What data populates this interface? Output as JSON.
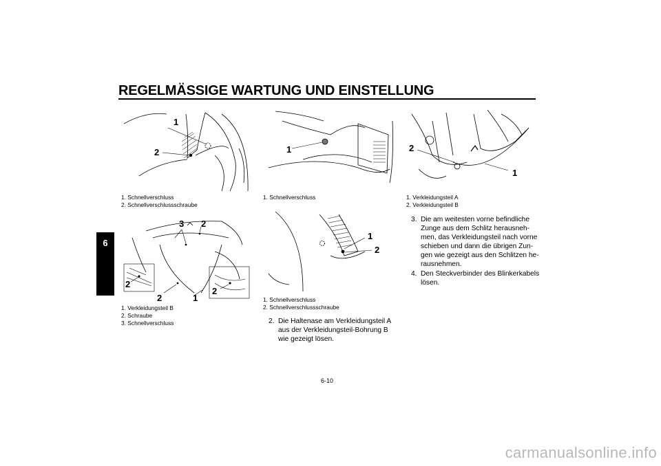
{
  "header": {
    "title": "REGELMÄSSIGE WARTUNG UND EINSTELLUNG",
    "chapter_tab": "6"
  },
  "figures": {
    "fig1": {
      "labels": [
        "1",
        "2"
      ],
      "captions": [
        "1. Schnellverschluss",
        "2. Schnellverschlussschraube"
      ]
    },
    "fig2": {
      "labels": [
        "3",
        "2",
        "2",
        "2",
        "1",
        "2"
      ],
      "captions": [
        "1. Verkleidungsteil B",
        "2. Schraube",
        "3. Schnellverschluss"
      ]
    },
    "fig3": {
      "labels": [
        "1"
      ],
      "captions": [
        "1. Schnellverschluss"
      ]
    },
    "fig4": {
      "labels": [
        "1",
        "2"
      ],
      "captions": [
        "1. Schnellverschluss",
        "2. Schnellverschlussschraube"
      ]
    },
    "fig5": {
      "labels": [
        "2",
        "1"
      ],
      "captions": [
        "1. Verkleidungsteil A",
        "2. Verkleidungsteil B"
      ]
    }
  },
  "steps": [
    {
      "num": "2.",
      "lines": [
        "Die Haltenase am Verkleidungsteil A",
        "aus der Verkleidungsteil-Bohrung B",
        "wie gezeigt lösen."
      ]
    },
    {
      "num": "3.",
      "lines": [
        "Die am weitesten vorne befindliche",
        "Zunge aus dem Schlitz herausneh-",
        "men, das Verkleidungsteil nach vorne",
        "schieben und dann die übrigen Zun-",
        "gen wie gezeigt aus den Schlitzen he-",
        "rausnehmen."
      ]
    },
    {
      "num": "4.",
      "lines": [
        "Den Steckverbinder des Blinkerkabels",
        "lösen."
      ]
    }
  ],
  "footer": {
    "page_number": "6-10",
    "watermark": "carmanualsonline.info"
  }
}
